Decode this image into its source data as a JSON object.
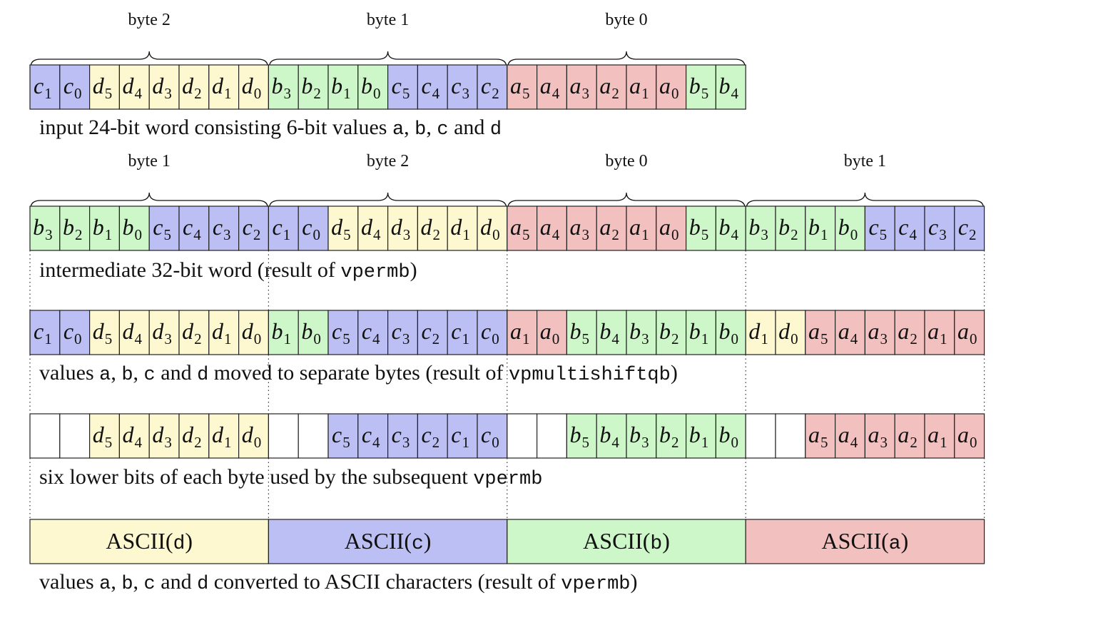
{
  "colors": {
    "a": "#f3c0c0",
    "b": "#cdf7c8",
    "c": "#bcbff4",
    "d": "#fdf8cf",
    "empty": "#ffffff"
  },
  "rows": [
    {
      "id": "input",
      "braces": [
        "byte 2",
        "byte 1",
        "byte 0"
      ],
      "bits": [
        "c1",
        "c0",
        "d5",
        "d4",
        "d3",
        "d2",
        "d1",
        "d0",
        "b3",
        "b2",
        "b1",
        "b0",
        "c5",
        "c4",
        "c3",
        "c2",
        "a5",
        "a4",
        "a3",
        "a2",
        "a1",
        "a0",
        "b5",
        "b4"
      ],
      "caption": [
        {
          "t": "input 24-bit word consisting 6-bit values "
        },
        {
          "t": "a",
          "m": 1
        },
        {
          "t": ", "
        },
        {
          "t": "b",
          "m": 1
        },
        {
          "t": ", "
        },
        {
          "t": "c",
          "m": 1
        },
        {
          "t": " and "
        },
        {
          "t": "d",
          "m": 1
        }
      ]
    },
    {
      "id": "intermediate",
      "braces": [
        "byte 1",
        "byte 2",
        "byte 0",
        "byte 1"
      ],
      "bits": [
        "b3",
        "b2",
        "b1",
        "b0",
        "c5",
        "c4",
        "c3",
        "c2",
        "c1",
        "c0",
        "d5",
        "d4",
        "d3",
        "d2",
        "d1",
        "d0",
        "a5",
        "a4",
        "a3",
        "a2",
        "a1",
        "a0",
        "b5",
        "b4",
        "b3",
        "b2",
        "b1",
        "b0",
        "c5",
        "c4",
        "c3",
        "c2"
      ],
      "caption": [
        {
          "t": "intermediate 32-bit word (result of "
        },
        {
          "t": "vpermb",
          "m": 1
        },
        {
          "t": ")"
        }
      ]
    },
    {
      "id": "separated",
      "bits": [
        "c1",
        "c0",
        "d5",
        "d4",
        "d3",
        "d2",
        "d1",
        "d0",
        "b1",
        "b0",
        "c5",
        "c4",
        "c3",
        "c2",
        "c1",
        "c0",
        "a1",
        "a0",
        "b5",
        "b4",
        "b3",
        "b2",
        "b1",
        "b0",
        "d1",
        "d0",
        "a5",
        "a4",
        "a3",
        "a2",
        "a1",
        "a0"
      ],
      "caption": [
        {
          "t": "values "
        },
        {
          "t": "a",
          "m": 1
        },
        {
          "t": ", "
        },
        {
          "t": "b",
          "m": 1
        },
        {
          "t": ", "
        },
        {
          "t": "c",
          "m": 1
        },
        {
          "t": " and "
        },
        {
          "t": "d",
          "m": 1
        },
        {
          "t": " moved to separate bytes (result of "
        },
        {
          "t": "vpmultishiftqb",
          "m": 1
        },
        {
          "t": ")"
        }
      ]
    },
    {
      "id": "lower-six",
      "bits": [
        "",
        "",
        "d5",
        "d4",
        "d3",
        "d2",
        "d1",
        "d0",
        "",
        "",
        "c5",
        "c4",
        "c3",
        "c2",
        "c1",
        "c0",
        "",
        "",
        "b5",
        "b4",
        "b3",
        "b2",
        "b1",
        "b0",
        "",
        "",
        "a5",
        "a4",
        "a3",
        "a2",
        "a1",
        "a0"
      ],
      "caption": [
        {
          "t": "six lower bits of each byte used by the subsequent "
        },
        {
          "t": "vpermb",
          "m": 1
        }
      ]
    },
    {
      "id": "ascii",
      "ascii_cells": [
        {
          "label": "ASCII(",
          "var": "d",
          "close": ")"
        },
        {
          "label": "ASCII(",
          "var": "c",
          "close": ")"
        },
        {
          "label": "ASCII(",
          "var": "b",
          "close": ")"
        },
        {
          "label": "ASCII(",
          "var": "a",
          "close": ")"
        }
      ],
      "caption": [
        {
          "t": "values "
        },
        {
          "t": "a",
          "m": 1
        },
        {
          "t": ", "
        },
        {
          "t": "b",
          "m": 1
        },
        {
          "t": ", "
        },
        {
          "t": "c",
          "m": 1
        },
        {
          "t": " and "
        },
        {
          "t": "d",
          "m": 1
        },
        {
          "t": " converted to ASCII characters (result of "
        },
        {
          "t": "vpermb",
          "m": 1
        },
        {
          "t": ")"
        }
      ]
    }
  ]
}
